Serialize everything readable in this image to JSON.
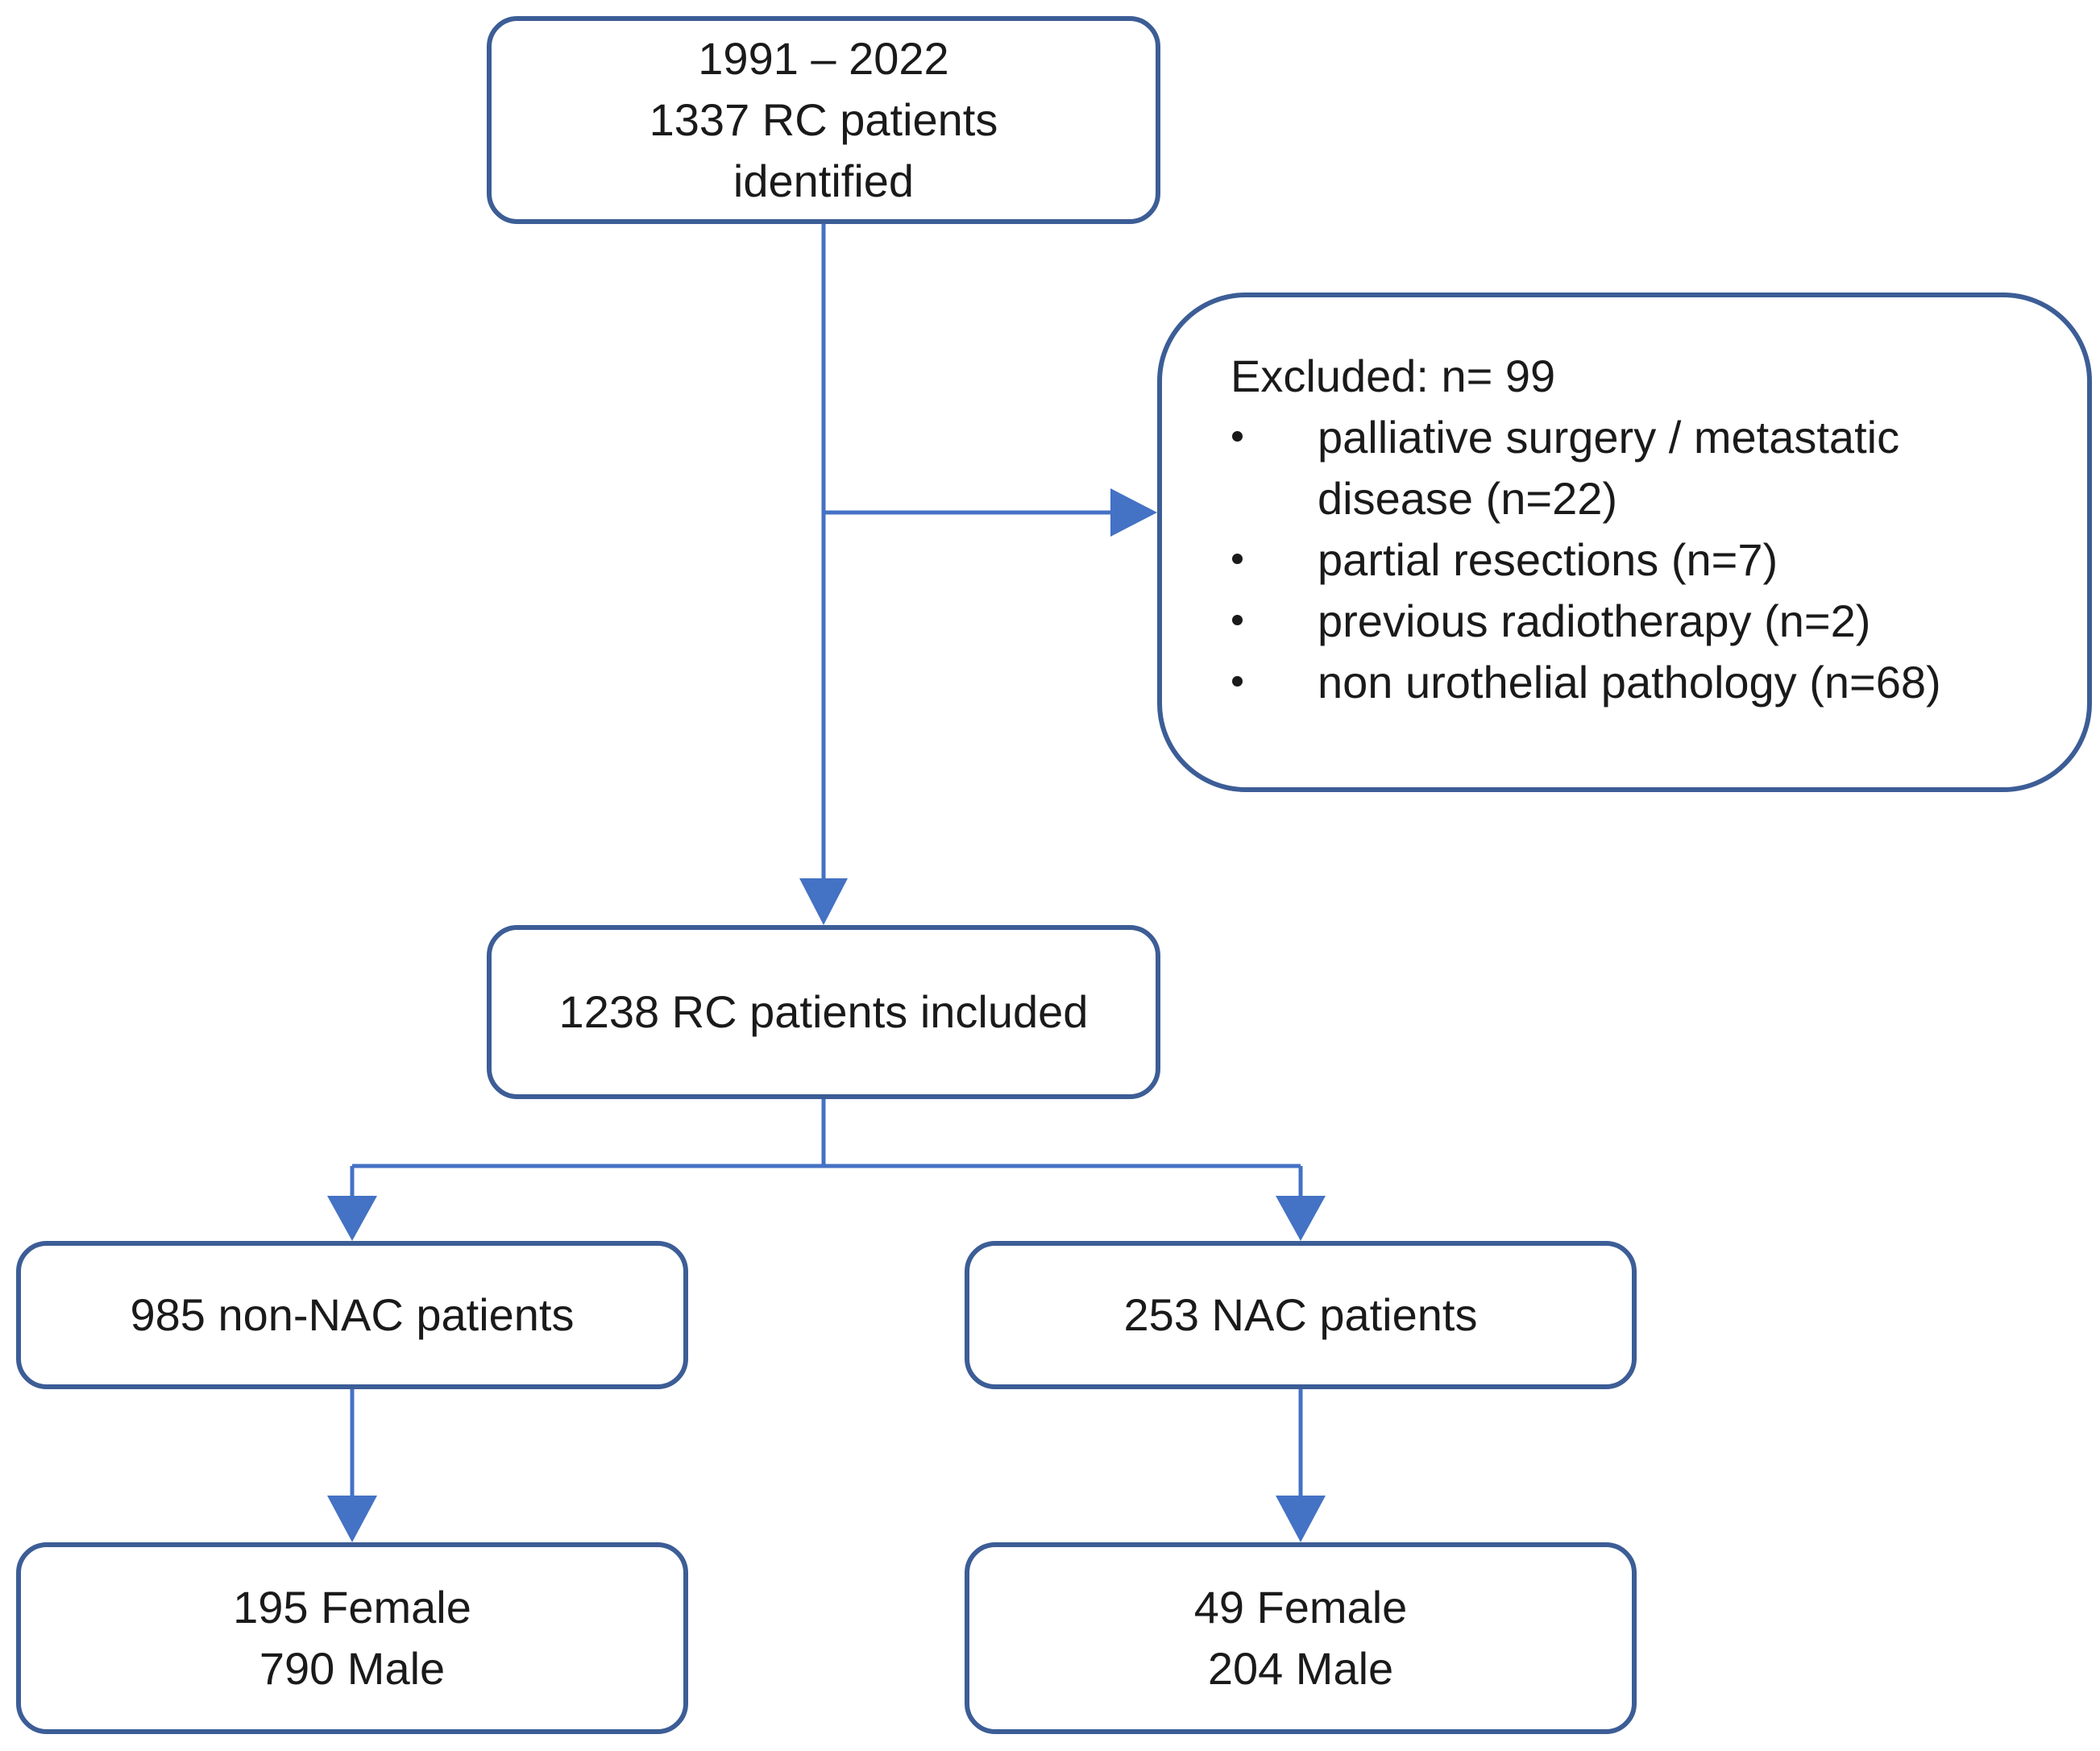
{
  "boxes": {
    "identified": {
      "lines": [
        "1991 – 2022",
        "1337 RC patients",
        "identified"
      ]
    },
    "excluded": {
      "title": "Excluded: n= 99",
      "items": [
        {
          "lines": [
            "palliative surgery / metastatic",
            "disease  (n=22)"
          ]
        },
        {
          "lines": [
            "partial resections (n=7)"
          ]
        },
        {
          "lines": [
            "previous radiotherapy (n=2)"
          ]
        },
        {
          "lines": [
            "non urothelial pathology (n=68)"
          ]
        }
      ]
    },
    "included": {
      "lines": [
        "1238 RC patients included"
      ]
    },
    "non_nac": {
      "lines": [
        "985 non-NAC patients"
      ]
    },
    "nac": {
      "lines": [
        "253 NAC patients"
      ]
    },
    "non_nac_sex": {
      "lines": [
        "195 Female",
        "790 Male"
      ]
    },
    "nac_sex": {
      "lines": [
        "49 Female",
        "204 Male"
      ]
    }
  },
  "colors": {
    "box_border": "#3c5d96",
    "connector": "#4472c4",
    "text": "#1a1a1a"
  }
}
